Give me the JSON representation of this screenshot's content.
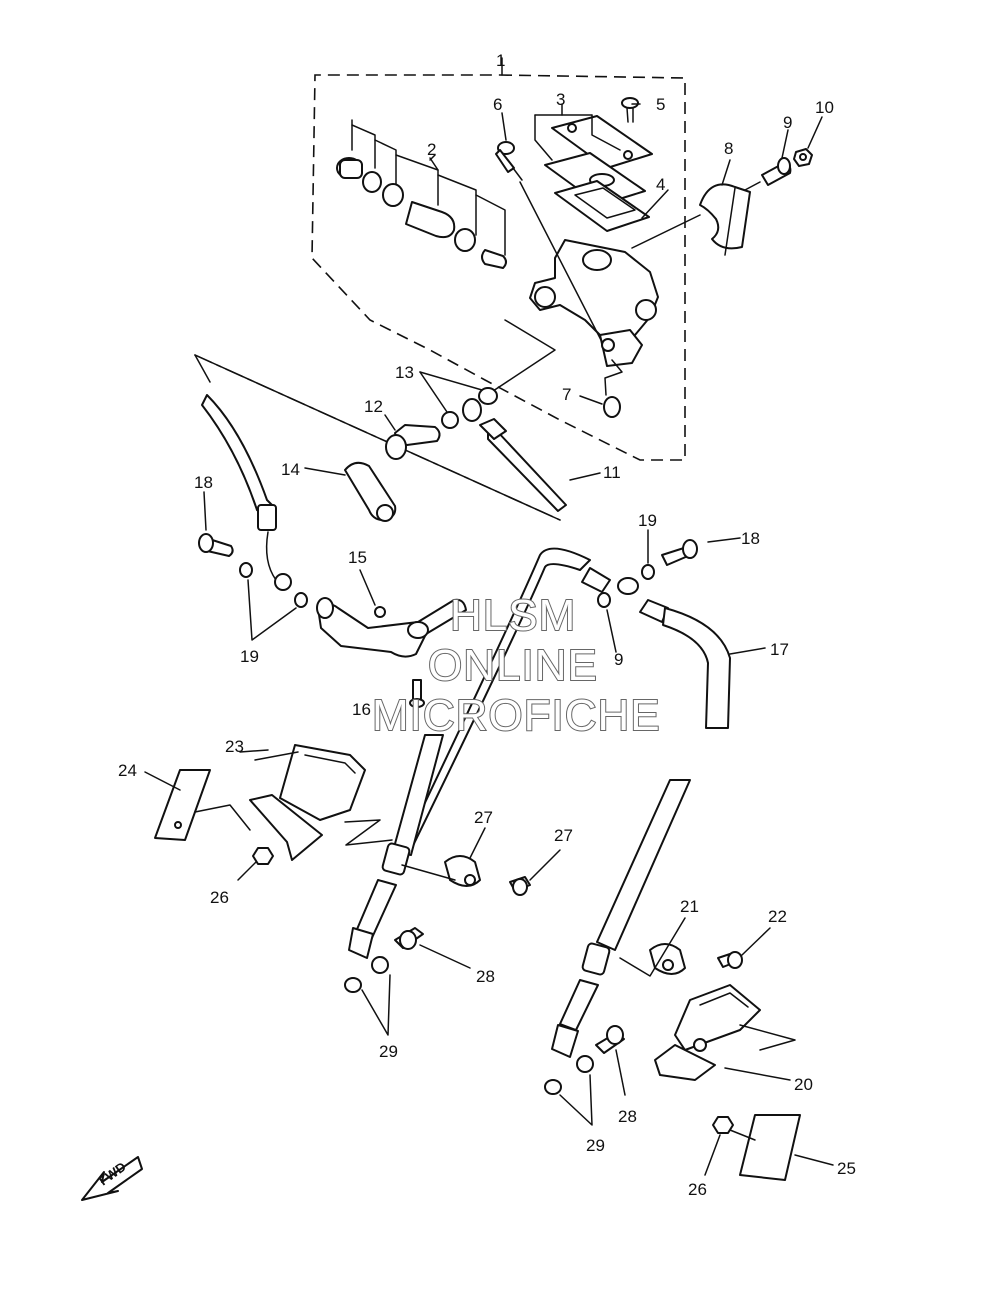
{
  "callouts": [
    {
      "id": "c1",
      "text": "1"
    },
    {
      "id": "c2",
      "text": "2"
    },
    {
      "id": "c3",
      "text": "3"
    },
    {
      "id": "c4",
      "text": "4"
    },
    {
      "id": "c5",
      "text": "5"
    },
    {
      "id": "c6",
      "text": "6"
    },
    {
      "id": "c7",
      "text": "7"
    },
    {
      "id": "c8",
      "text": "8"
    },
    {
      "id": "c9a",
      "text": "9"
    },
    {
      "id": "c9b",
      "text": "9"
    },
    {
      "id": "c10",
      "text": "10"
    },
    {
      "id": "c11",
      "text": "11"
    },
    {
      "id": "c12",
      "text": "12"
    },
    {
      "id": "c13",
      "text": "13"
    },
    {
      "id": "c14",
      "text": "14"
    },
    {
      "id": "c15",
      "text": "15"
    },
    {
      "id": "c16",
      "text": "16"
    },
    {
      "id": "c17",
      "text": "17"
    },
    {
      "id": "c18a",
      "text": "18"
    },
    {
      "id": "c18b",
      "text": "18"
    },
    {
      "id": "c19a",
      "text": "19"
    },
    {
      "id": "c19b",
      "text": "19"
    },
    {
      "id": "c20",
      "text": "20"
    },
    {
      "id": "c21",
      "text": "21"
    },
    {
      "id": "c22",
      "text": "22"
    },
    {
      "id": "c23",
      "text": "23"
    },
    {
      "id": "c24",
      "text": "24"
    },
    {
      "id": "c25",
      "text": "25"
    },
    {
      "id": "c26a",
      "text": "26"
    },
    {
      "id": "c26b",
      "text": "26"
    },
    {
      "id": "c27a",
      "text": "27"
    },
    {
      "id": "c27b",
      "text": "27"
    },
    {
      "id": "c28a",
      "text": "28"
    },
    {
      "id": "c28b",
      "text": "28"
    },
    {
      "id": "c29a",
      "text": "29"
    },
    {
      "id": "c29b",
      "text": "29"
    }
  ],
  "watermark": {
    "line1": "HLSM",
    "line2": "ONLINE",
    "line3": "MICROFICHE"
  },
  "forward_label": "FWD"
}
